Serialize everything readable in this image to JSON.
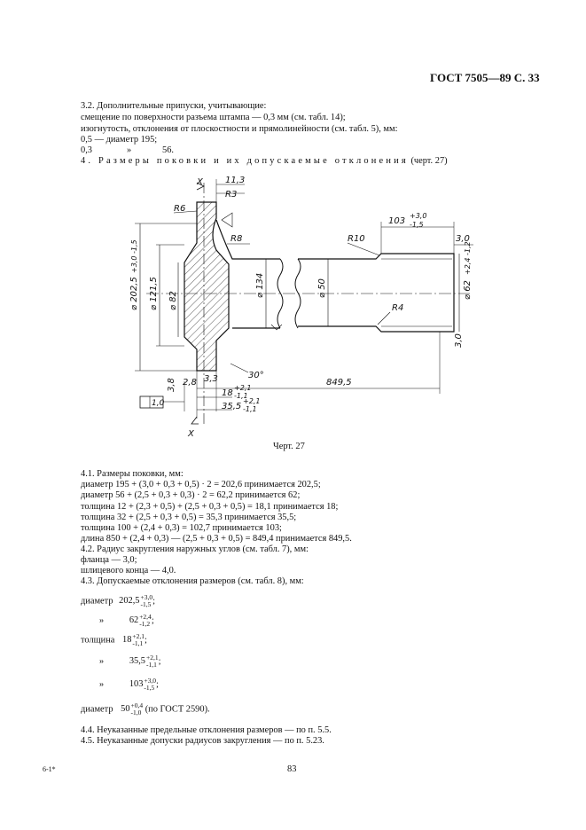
{
  "header": "ГОСТ 7505—89 С. 33",
  "section32": {
    "title": "3.2. Дополнительные припуски, учитывающие:",
    "line1": "смещение по поверхности разъема штампа — 0,3 мм (см. табл. 14);",
    "line2": "изогнутость, отклонения от плоскостности и прямолинейности (см. табл. 5), мм:",
    "line3": "0,5 — диаметр 195;",
    "line4a": "0,3",
    "line4b": "»",
    "line4c": "56."
  },
  "section4_title_a": "4. Размеры поковки и их допускаемые отклонения",
  "section4_title_b": "(черт. 27)",
  "drawing": {
    "caption": "Черт. 27",
    "labels": {
      "x_top": "X",
      "x_bottom": "X",
      "d11_3": "11,3",
      "r3": "R3",
      "r6": "R6",
      "r8": "R8",
      "r10": "R10",
      "r4": "R4",
      "d103": "103",
      "d103_tol_up": "+3,0",
      "d103_tol_dn": "-1,5",
      "d3_0": "3,0",
      "d202": "⌀ 202,5",
      "d202_tol": "+3,0  -1,5",
      "d121": "⌀ 121,5",
      "d82": "⌀ 82",
      "d134": "⌀ 134",
      "d50": "⌀ 50",
      "d62": "⌀ 62",
      "d62_tol": "+2,4  -1,2",
      "d3_0_side": "3,0",
      "a30": "30°",
      "d3_8": "3,8",
      "d2_8": "2,8",
      "d3_3": "3,3",
      "d18": "18",
      "d18_tol_up": "+2,1",
      "d18_tol_dn": "-1,1",
      "d35_5": "35,5",
      "d35_tol_up": "+2,1",
      "d35_tol_dn": "-1,1",
      "d849": "849,5",
      "flat": "1,0"
    }
  },
  "section41": {
    "title": "4.1. Размеры поковки, мм:",
    "l1": "диаметр 195 + (3,0 + 0,3 + 0,5) · 2 = 202,6 принимается 202,5;",
    "l2": "диаметр 56 + (2,5 + 0,3 + 0,3) · 2 = 62,2 принимается 62;",
    "l3": "толщина 12 + (2,3 + 0,5) + (2,5 + 0,3 + 0,5) = 18,1 принимается 18;",
    "l4": "толщина 32 + (2,5 + 0,3 + 0,5) = 35,3 принимается 35,5;",
    "l5": "толщина 100 + (2,4 + 0,3) = 102,7 принимается 103;",
    "l6": "длина 850 + (2,4 + 0,3) — (2,5 + 0,3 + 0,5) = 849,4 принимается 849,5."
  },
  "section42": {
    "title": "4.2. Радиус закругления наружных углов (см. табл. 7), мм:",
    "l1": "фланца — 3,0;",
    "l2": "шлицевого конца — 4,0."
  },
  "section43": {
    "title": "4.3. Допускаемые отклонения размеров (см. табл. 8), мм:",
    "rows": [
      {
        "label": "диаметр",
        "value": "202,5",
        "up": "+3,0",
        "dn": "-1,5",
        "tail": ";"
      },
      {
        "label": "»",
        "value": "62",
        "up": "+2,4",
        "dn": "-1,2",
        "tail": ";"
      },
      {
        "label": "толщина",
        "value": "18",
        "up": "+2,1",
        "dn": "-1,1",
        "tail": ";"
      },
      {
        "label": "»",
        "value": "35,5",
        "up": "+2,1",
        "dn": "-1,1",
        "tail": ";"
      },
      {
        "label": "»",
        "value": "103",
        "up": "+3,0",
        "dn": "-1,5",
        "tail": ";"
      },
      {
        "label": "диаметр",
        "value": "50",
        "up": "+0,4",
        "dn": "-1,0",
        "tail": " (по ГОСТ 2590)."
      }
    ]
  },
  "section44": "4.4. Неуказанные предельные отклонения размеров — по п. 5.5.",
  "section45": "4.5. Неуказанные допуски радиусов закругления  — по п. 5.23.",
  "footer_left": "6-1*",
  "page_number": "83"
}
